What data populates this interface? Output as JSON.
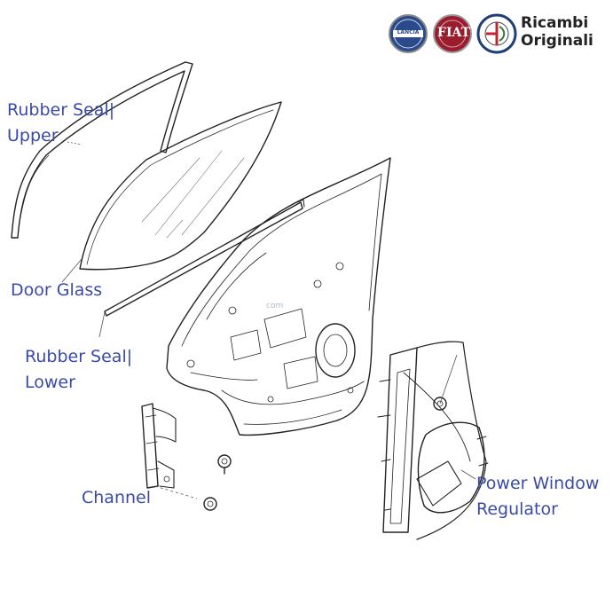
{
  "brand": {
    "logos": [
      "lancia-logo",
      "fiat-logo",
      "alfa-romeo-logo"
    ],
    "text_line1": "Ricambi",
    "text_line2": "Originali"
  },
  "callouts": {
    "rubber_seal_upper": {
      "line1": "Rubber Seal|",
      "line2": "Upper"
    },
    "door_glass": {
      "line1": "Door Glass"
    },
    "rubber_seal_lower": {
      "line1": "Rubber Seal|",
      "line2": "Lower"
    },
    "channel": {
      "line1": "Channel"
    },
    "power_window_regulator": {
      "line1": "Power Window",
      "line2": "Regulator"
    }
  },
  "watermark": "com",
  "colors": {
    "label": "#3a4aa8",
    "line": "#222222",
    "leader": "#555555",
    "lancia": "#2b4a8c",
    "fiat": "#9b1c2c",
    "alfa": "#1e3f7a"
  }
}
